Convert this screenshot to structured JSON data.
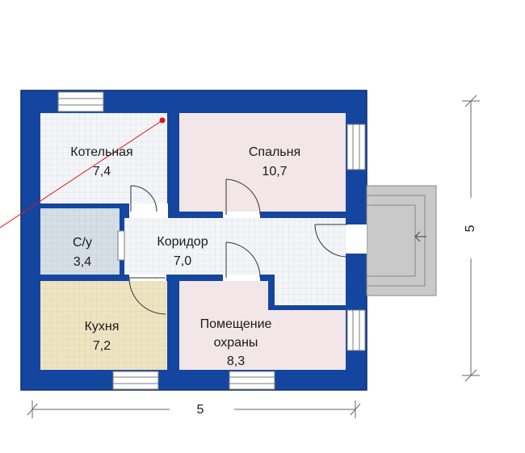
{
  "colors": {
    "wall": "#1446a0",
    "wall_edge": "#0d2f70",
    "porch": "#c8c8c8",
    "porch_line": "#8a8a8a",
    "grid_light": "#eef0f4",
    "room_pink": "#f2e6e8",
    "room_bath": "#d8e0e6",
    "room_kitchen": "#f0e6c4",
    "marker": "#e01515"
  },
  "rooms": {
    "boiler": {
      "name": "Котельная",
      "area": "7,4"
    },
    "bedroom": {
      "name": "Спальня",
      "area": "10,7"
    },
    "bathroom": {
      "name": "С/у",
      "area": "3,4"
    },
    "corridor": {
      "name": "Коридор",
      "area": "7,0"
    },
    "kitchen": {
      "name": "Кухня",
      "area": "7,2"
    },
    "guard": {
      "name_line1": "Помещение",
      "name_line2": "охраны",
      "area": "8,3"
    }
  },
  "dimensions": {
    "width": "5",
    "depth": "5"
  }
}
